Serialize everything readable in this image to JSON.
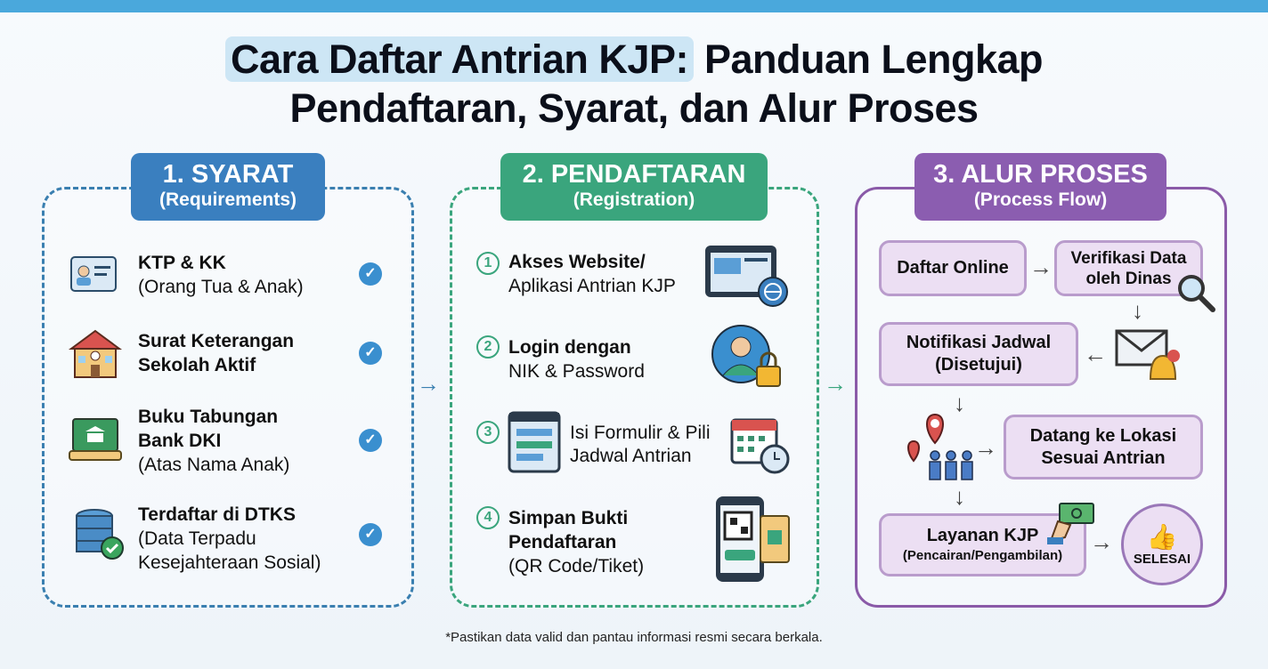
{
  "title": {
    "line1_highlight": "Cara Daftar Antrian KJP:",
    "line1_rest": " Panduan Lengkap",
    "line2": "Pendaftaran, Syarat, dan Alur Proses"
  },
  "sections": [
    {
      "heading": "1. SYARAT",
      "sub": "(Requirements)",
      "color": "#3a7fbf",
      "items": [
        {
          "bold": "KTP & KK",
          "text": "(Orang Tua & Anak)",
          "icon": "id-card-icon"
        },
        {
          "bold": "Surat Keterangan Sekolah Aktif",
          "bold2": "Sekolah Aktif",
          "bold1": "Surat Keterangan",
          "text": "",
          "icon": "school-icon"
        },
        {
          "bold1": "Buku Tabungan",
          "bold2": "Bank DKI",
          "text": "(Atas Nama Anak)",
          "icon": "bank-book-icon"
        },
        {
          "bold": "Terdaftar di DTKS",
          "text1": "(Data Terpadu",
          "text2": "Kesejahteraan Sosial)",
          "icon": "database-icon"
        }
      ]
    },
    {
      "heading": "2. PENDAFTARAN",
      "sub": "(Registration)",
      "color": "#3aa57d",
      "steps": [
        {
          "n": "1",
          "bold": "Akses Website/",
          "text": "Aplikasi Antrian KJP",
          "icon": "website-icon"
        },
        {
          "n": "2",
          "bold": "Login dengan",
          "text": "NIK & Password",
          "icon": "user-lock-icon"
        },
        {
          "n": "3",
          "text1": "Isi Formulir & Pili",
          "text2": "Jadwal Antrian",
          "icon": "form-calendar-icon"
        },
        {
          "n": "4",
          "bold1": "Simpan Bukti",
          "bold2": "Pendaftaran",
          "text": "(QR Code/Tiket)",
          "icon": "qr-phone-icon"
        }
      ]
    },
    {
      "heading": "3. ALUR PROSES",
      "sub": "(Process Flow)",
      "color": "#8b5db0",
      "flow": {
        "daftar": "Daftar Online",
        "verif1": "Verifikasi Data",
        "verif2": "oleh Dinas",
        "notif1": "Notifikasi Jadwal",
        "notif2": "(Disetujui)",
        "datang1": "Datang ke Lokasi",
        "datang2": "Sesuai Antrian",
        "layanan1": "Layanan KJP",
        "layanan2": "(Pencairan/Pengambilan)",
        "selesai": "SELESAI"
      }
    }
  ],
  "footer": "*Pastikan data valid dan pantau informasi resmi secara berkala."
}
